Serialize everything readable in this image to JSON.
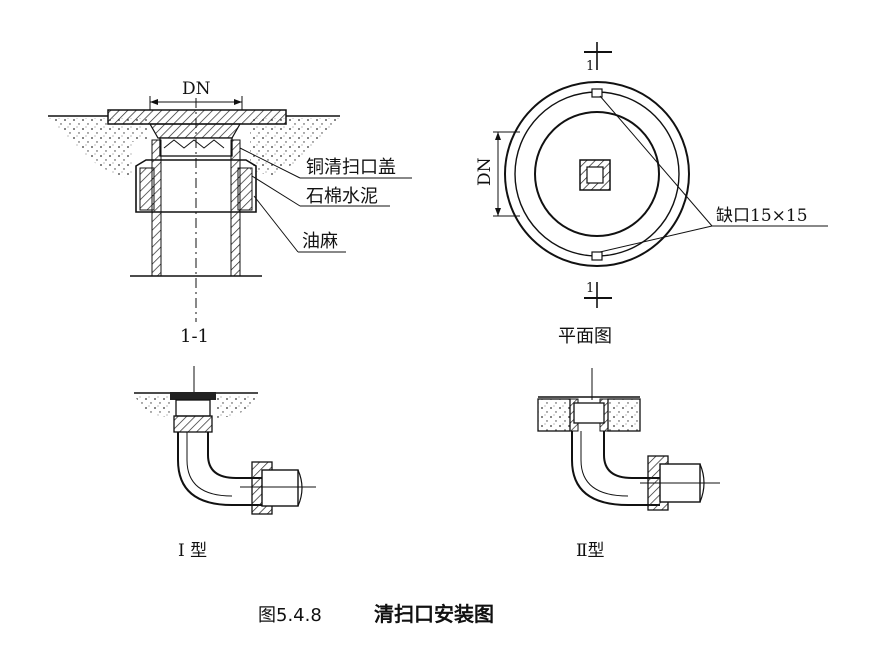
{
  "section_view": {
    "dn_label": "DN",
    "callouts": [
      "铜清扫口盖",
      "石棉水泥",
      "油麻"
    ],
    "caption": "1-1"
  },
  "plan_view": {
    "dn_label": "DN",
    "section_mark_top": "1",
    "section_mark_bottom": "1",
    "notch_label": "缺口15×15",
    "caption": "平面图"
  },
  "type_one": {
    "caption": "I 型"
  },
  "type_two": {
    "caption": "Ⅱ型"
  },
  "figure": {
    "number": "图5.4.8",
    "title": "清扫口安装图"
  },
  "colors": {
    "line": "#111111",
    "hatch": "#222222",
    "fill_grey": "#bdbdbd"
  }
}
